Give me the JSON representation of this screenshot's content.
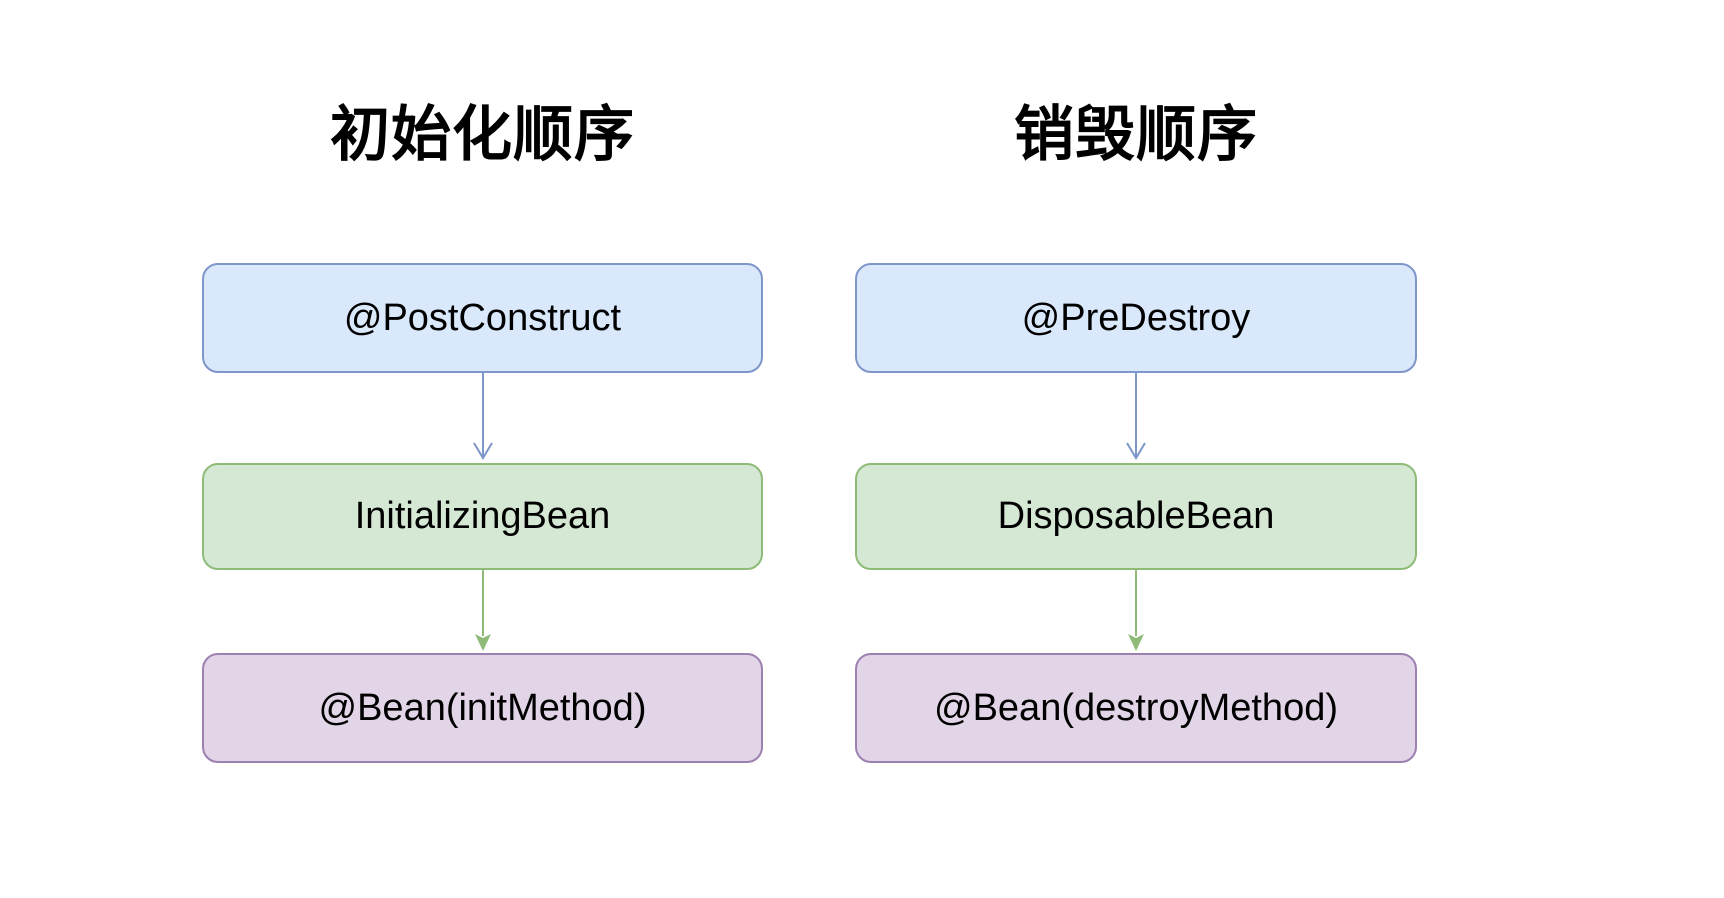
{
  "diagram": {
    "columns": [
      {
        "title": "初始化顺序",
        "nodes": [
          {
            "label": "@PostConstruct"
          },
          {
            "label": "InitializingBean"
          },
          {
            "label": "@Bean(initMethod)"
          }
        ]
      },
      {
        "title": "销毁顺序",
        "nodes": [
          {
            "label": "@PreDestroy"
          },
          {
            "label": "DisposableBean"
          },
          {
            "label": "@Bean(destroyMethod)"
          }
        ]
      }
    ],
    "colors": {
      "background": "#ffffff",
      "text": "#000000",
      "node_blue_fill": "#dae8fc",
      "node_blue_border": "#7e96c9",
      "node_green_fill": "#d5e8d4",
      "node_green_border": "#8fbb79",
      "node_purple_fill": "#e1d5e7",
      "node_purple_border": "#9d7fb0",
      "arrow_blue": "#7e96c9",
      "arrow_green": "#8fbb79"
    }
  }
}
